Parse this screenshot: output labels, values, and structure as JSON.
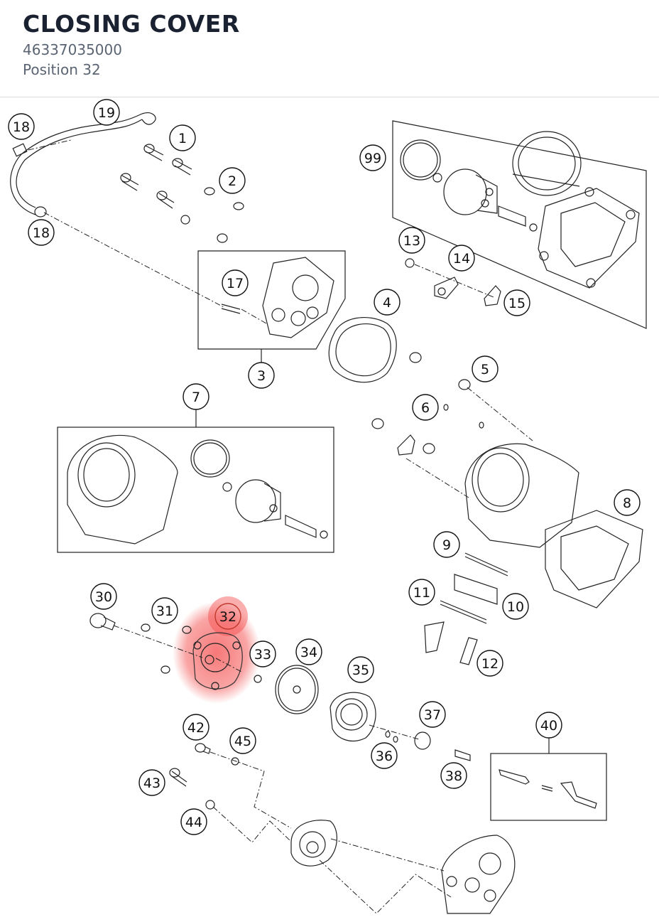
{
  "header": {
    "title": "CLOSING COVER",
    "part_number": "46337035000",
    "position": "Position 32"
  },
  "highlight": {
    "color": "#f44b4b",
    "callout": "32"
  },
  "callouts": [
    "1",
    "2",
    "3",
    "4",
    "5",
    "6",
    "7",
    "8",
    "9",
    "10",
    "11",
    "12",
    "13",
    "14",
    "15",
    "17",
    "18",
    "18",
    "19",
    "30",
    "31",
    "32",
    "33",
    "34",
    "35",
    "36",
    "37",
    "38",
    "40",
    "42",
    "43",
    "44",
    "45",
    "99"
  ]
}
